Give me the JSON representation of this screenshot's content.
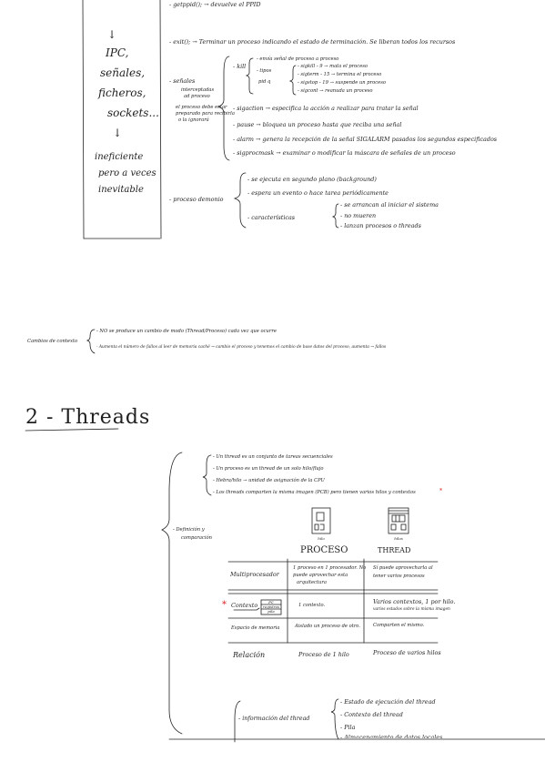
{
  "left_column": {
    "ipc": "IPC,",
    "senales": "señales,",
    "ficheros": "ficheros,",
    "sockets": "sockets...",
    "arrow": "↓",
    "inefficient": [
      "ineficiente",
      "pero a veces",
      "inevitable"
    ]
  },
  "calls": {
    "getppid": "- getppid(); → devuelve el PPID",
    "exit": "- exit(); → Terminar un proceso indicando el estado de terminación. Se liberan todos los recursos"
  },
  "senales": {
    "label": "- señales",
    "sub1": "interceptadas",
    "sub2": "ad proceso",
    "note1": "el proceso debe estar",
    "note2": "preparado para recibirla",
    "note3": "o la ignorará",
    "kill": "- kill",
    "kill_desc": "- envía señal de proceso a proceso",
    "tipos": "- tipos",
    "pid": "pid  q",
    "kill_items": [
      "- sigkill - 9 → mata el proceso",
      "- sigterm - 15 → termina el proceso",
      "- sigstop - 19 → suspende un proceso",
      "- sigcont → reanuda un proceso"
    ],
    "rest": [
      "- sigaction → especifica la acción a realizar para tratar la señal",
      "- pause → bloquea un proceso hasta que reciba una señal",
      "- alarm → genera la recepción de la señal SIGALARM pasados los segundos especificados",
      "- sigprocmask → examinar o modificar la máscara de señales de un proceso"
    ]
  },
  "demonio": {
    "label": "- proceso demonio",
    "items": [
      "- se ejecuta en segundo plano (background)",
      "- espera un evento o hace tarea periódicamente"
    ],
    "caract": "- características",
    "caract_items": [
      "- se arrancan al iniciar el sistema",
      "- no mueren",
      "- lanzan procesos o threads"
    ]
  },
  "cambios": {
    "label": "Cambios de contexto",
    "items": [
      "- NO se produce un cambio de modo (Thread/Proceso) cada vez que ocurre",
      "- Aumenta el número de fallos al leer de memoria caché → cambio el proceso y tenemos el cambio de base datos del proceso, aumenta → fallos"
    ]
  },
  "threads": {
    "heading": "2 - Threads",
    "definicion": "- Definición y",
    "comparacion": "comparación",
    "bullets": [
      "- Un thread es un conjunto de tareas secuenciales",
      "- Un proceso es un thread de un solo hilo/flujo",
      "- Hebra/hilo → unidad de asignación de la CPU",
      "- Los threads comparten la misma imagen (PCB) pero tienen varios hilos y contextos"
    ],
    "bullet_star": "*",
    "proceso_title": "PROCESO",
    "thread_title": "THREAD",
    "proceso_icon_label": "hilo",
    "thread_icon_label": "hilos",
    "table": {
      "rows": [
        {
          "label": "Multiprocesador",
          "proceso": [
            "1 proceso en 1 procesador. No",
            "puede aprovechar esta",
            "arquitectura"
          ],
          "thread": [
            "Sí puede aprovecharla al",
            "tener varios procesos"
          ]
        },
        {
          "star": "*",
          "label": "Contexto",
          "mini": [
            "PC",
            "registros",
            "pila"
          ],
          "proceso": [
            "1 contexto."
          ],
          "thread": [
            "Varios contextos, 1 por hilo.",
            "varios estados sobre la misma imagen"
          ]
        },
        {
          "label": "Espacio de memoria",
          "proceso": [
            "Aislado un proceso de otro."
          ],
          "thread": [
            "Comparten el mismo."
          ]
        },
        {
          "label": "Relación",
          "proceso": [
            "Proceso de 1 hilo"
          ],
          "thread": [
            "Proceso de varios hilos"
          ]
        }
      ]
    },
    "informacion": {
      "label": "- información del thread",
      "items": [
        "- Estado de ejecución del thread",
        "- Contexto del thread",
        "- Pila",
        "- Almacenamiento de datos locales"
      ]
    }
  }
}
